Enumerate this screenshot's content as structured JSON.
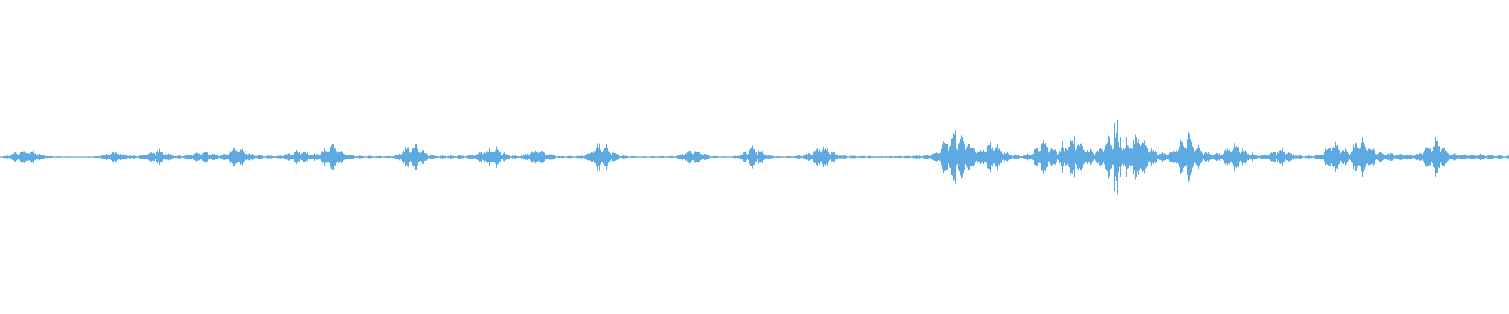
{
  "waveform": {
    "color": "#5DA9E2",
    "samples": 1920,
    "envelope": [
      [
        0.0,
        0.1
      ],
      [
        0.01,
        0.09
      ],
      [
        0.02,
        0.25
      ],
      [
        0.028,
        0.1
      ],
      [
        0.04,
        0.14
      ],
      [
        0.05,
        0.1
      ],
      [
        0.08,
        0.18
      ],
      [
        0.105,
        0.26
      ],
      [
        0.125,
        0.18
      ],
      [
        0.16,
        0.3
      ],
      [
        0.19,
        0.22
      ],
      [
        0.21,
        0.4
      ],
      [
        0.24,
        0.2
      ],
      [
        0.27,
        0.22
      ],
      [
        0.295,
        0.32
      ],
      [
        0.32,
        0.28
      ],
      [
        0.345,
        0.15
      ],
      [
        0.375,
        0.18
      ],
      [
        0.4,
        0.3
      ],
      [
        0.43,
        0.16
      ],
      [
        0.45,
        0.15
      ],
      [
        0.48,
        0.14
      ],
      [
        0.51,
        0.18
      ],
      [
        0.54,
        0.32
      ],
      [
        0.57,
        0.22
      ],
      [
        0.6,
        0.2
      ],
      [
        0.625,
        0.62
      ],
      [
        0.65,
        0.45
      ],
      [
        0.675,
        0.35
      ],
      [
        0.7,
        0.48
      ],
      [
        0.72,
        0.8
      ],
      [
        0.742,
        0.95
      ],
      [
        0.76,
        0.86
      ],
      [
        0.79,
        0.9
      ],
      [
        0.815,
        0.55
      ],
      [
        0.845,
        0.28
      ],
      [
        0.87,
        0.22
      ],
      [
        0.895,
        0.42
      ],
      [
        0.918,
        0.72
      ],
      [
        0.945,
        0.4
      ],
      [
        0.97,
        0.62
      ],
      [
        0.99,
        0.35
      ],
      [
        1.0,
        0.35
      ]
    ],
    "bursts": [
      [
        0.013,
        0.6
      ],
      [
        0.023,
        0.5
      ],
      [
        0.075,
        0.6
      ],
      [
        0.103,
        0.9
      ],
      [
        0.133,
        0.8
      ],
      [
        0.158,
        1.2
      ],
      [
        0.197,
        0.9
      ],
      [
        0.221,
        1.5
      ],
      [
        0.273,
        1.6
      ],
      [
        0.326,
        1.5
      ],
      [
        0.356,
        1.0
      ],
      [
        0.398,
        1.7
      ],
      [
        0.459,
        1.1
      ],
      [
        0.499,
        1.2
      ],
      [
        0.545,
        1.5
      ],
      [
        0.629,
        2.0
      ],
      [
        0.64,
        1.7
      ],
      [
        0.657,
        1.6
      ],
      [
        0.692,
        1.7
      ],
      [
        0.712,
        2.3
      ],
      [
        0.738,
        2.6
      ],
      [
        0.754,
        2.4
      ],
      [
        0.787,
        2.5
      ],
      [
        0.818,
        1.5
      ],
      [
        0.848,
        1.0
      ],
      [
        0.883,
        1.6
      ],
      [
        0.903,
        2.2
      ],
      [
        0.95,
        2.0
      ]
    ]
  }
}
